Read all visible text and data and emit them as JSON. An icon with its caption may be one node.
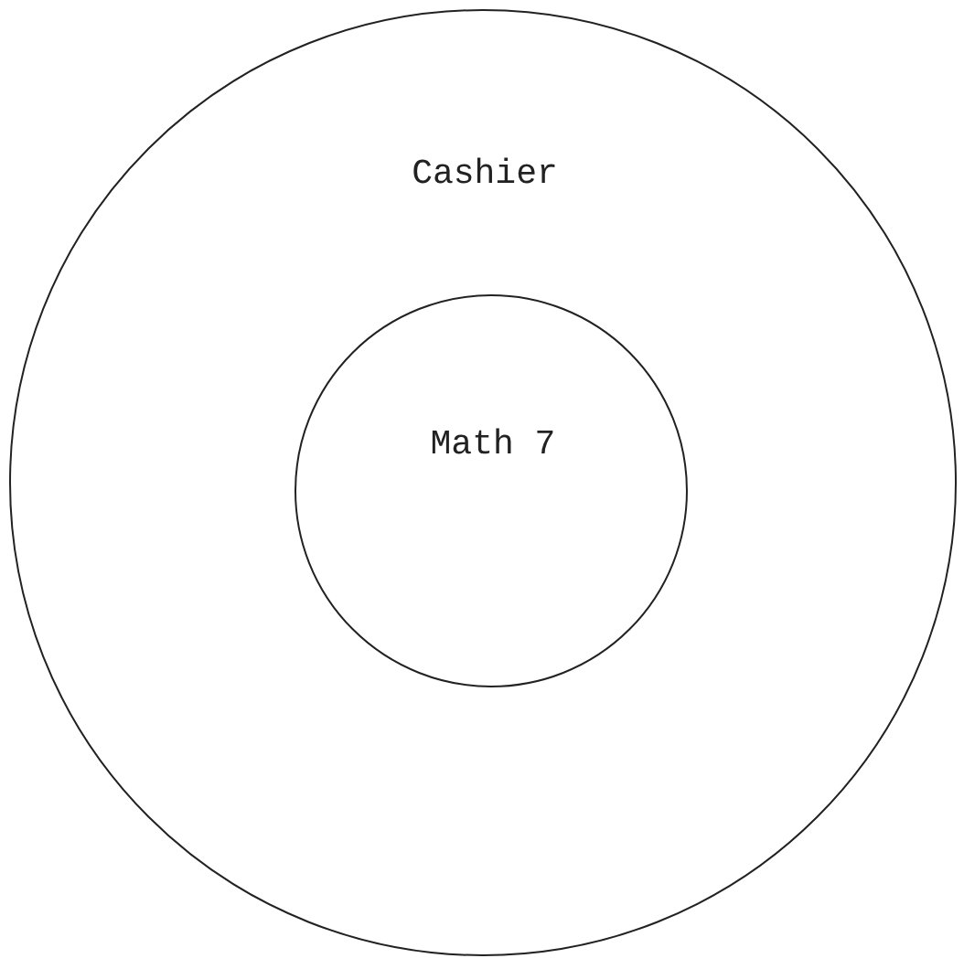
{
  "diagram": {
    "nodes": [
      {
        "text": [
          "Cashier"
        ]
      },
      {
        "text": [
          "Math 7"
        ],
        "in": 0
      }
    ],
    "edges": []
  }
}
